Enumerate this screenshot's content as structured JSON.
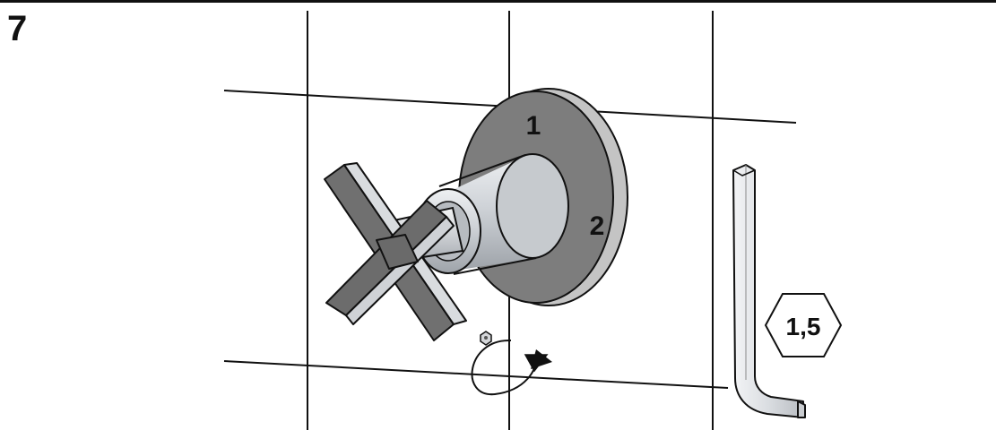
{
  "step": {
    "number": "7"
  },
  "handle": {
    "position_1_label": "1",
    "position_2_label": "2"
  },
  "tool": {
    "allen_key_size": "1,5"
  },
  "icons": {
    "grid": "tile-grid-lines",
    "valve": "cross-handle-valve-icon",
    "screw": "grub-screw-icon",
    "rotate": "rotate-clockwise-arrow-icon",
    "key": "allen-key-icon",
    "hex": "hexagon-size-badge-icon"
  },
  "colors": {
    "rose": "#7d7d7d",
    "rose_rim": "#b8b8b8",
    "sleeve": "#cdd1d6",
    "handle": "#6f6f6f",
    "key": "#e2e4e7",
    "line": "#111111"
  }
}
